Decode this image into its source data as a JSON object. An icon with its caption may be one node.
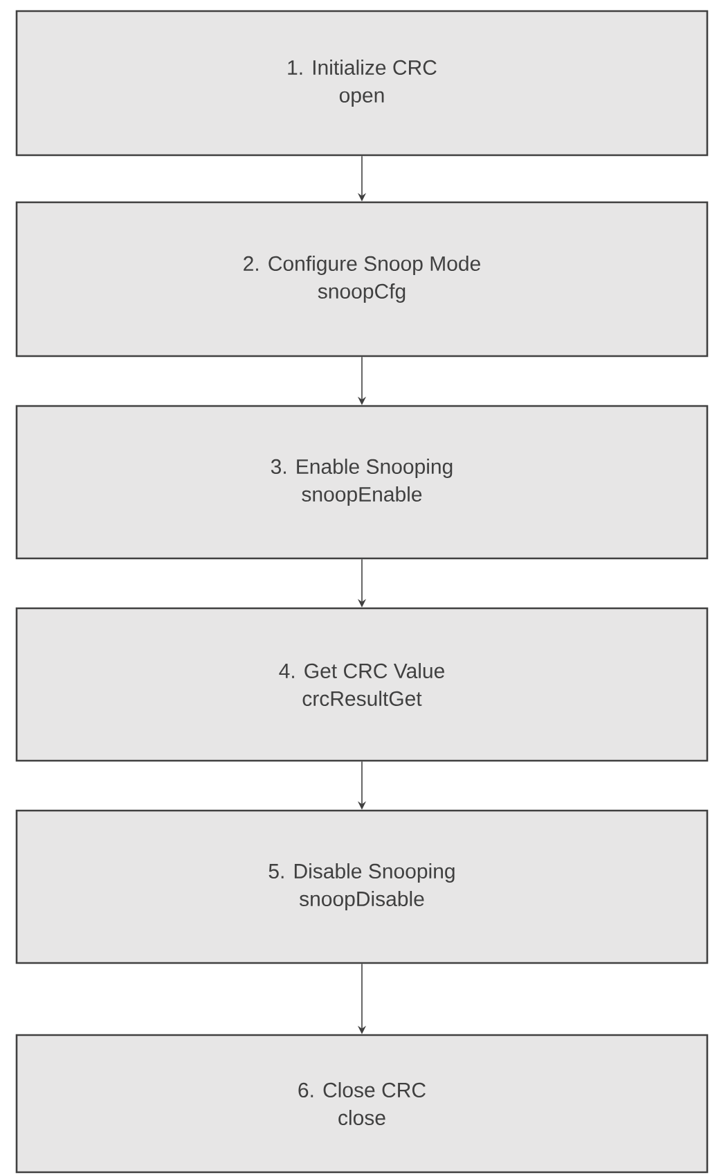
{
  "diagram": {
    "nodes": [
      {
        "text": [
          "1.  Initialize CRC",
          "open"
        ]
      },
      {
        "text": [
          "2.  Configure Snoop Mode",
          "snoopCfg"
        ]
      },
      {
        "text": [
          "3.  Enable Snooping",
          "snoopEnable"
        ]
      },
      {
        "text": [
          "4.  Get CRC Value",
          "crcResultGet"
        ]
      },
      {
        "text": [
          "5.   Disable Snooping",
          "snoopDisable"
        ]
      },
      {
        "text": [
          "6.   Close CRC",
          "close"
        ]
      }
    ],
    "edges": [
      {
        "from": 0,
        "to": 1,
        "arrow": "to"
      },
      {
        "from": 1,
        "to": 2,
        "arrow": "to"
      },
      {
        "from": 2,
        "to": 3,
        "arrow": "to"
      },
      {
        "from": 3,
        "to": 4,
        "arrow": "to"
      },
      {
        "from": 4,
        "to": 5,
        "arrow": "to"
      }
    ]
  }
}
